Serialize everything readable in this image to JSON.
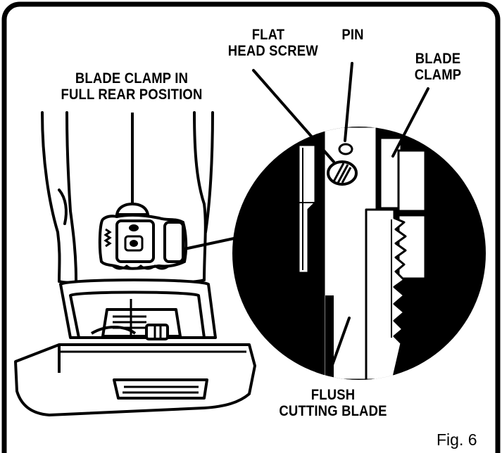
{
  "labels": {
    "flat_head_screw": [
      "FLAT",
      "HEAD SCREW"
    ],
    "pin": "PIN",
    "blade_clamp": [
      "BLADE",
      "CLAMP"
    ],
    "blade_clamp_rear": [
      "BLADE CLAMP IN",
      "FULL REAR POSITION"
    ],
    "flush_cutting_blade": [
      "FLUSH",
      "CUTTING BLADE"
    ]
  },
  "figure_number": "Fig. 6",
  "colors": {
    "ink": "#000000",
    "paper": "#ffffff"
  }
}
